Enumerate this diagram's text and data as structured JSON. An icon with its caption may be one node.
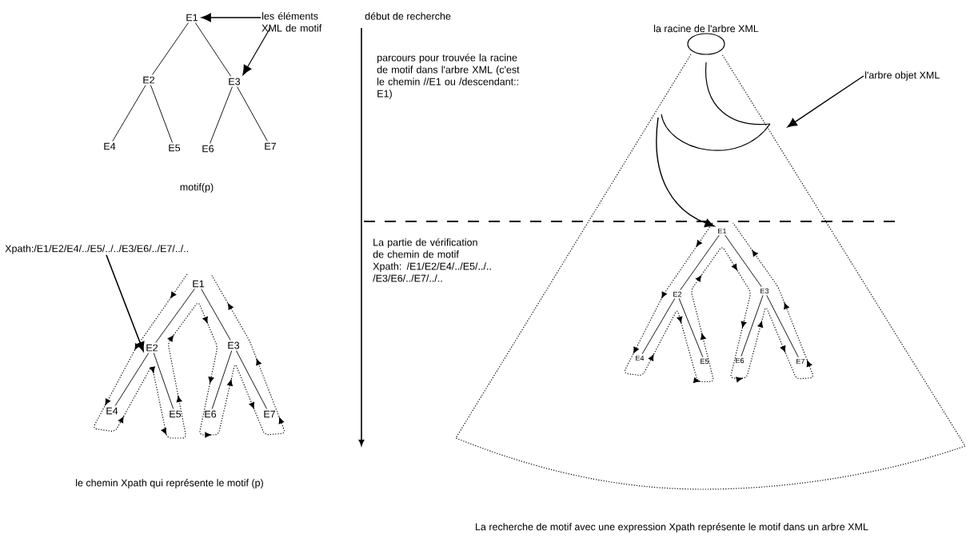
{
  "diagram": {
    "caption": "La recherche de motif avec une expression Xpath représente le motif dans un arbre XML",
    "nodes": [
      {
        "text": [
          "E1"
        ]
      },
      {
        "text": [
          "E2"
        ]
      },
      {
        "text": [
          "E3"
        ]
      },
      {
        "text": [
          "E4"
        ]
      },
      {
        "text": [
          "E5"
        ]
      },
      {
        "text": [
          "E6"
        ]
      },
      {
        "text": [
          "E7"
        ]
      },
      {
        "text": [
          "les éléments XML de motif"
        ]
      },
      {
        "text": [
          "Xpath:/E1/E2/E4/../E5/../../E3/E6/../E7/../.."
        ]
      },
      {
        "text": [
          "E1"
        ]
      },
      {
        "text": [
          "E2"
        ]
      },
      {
        "text": [
          "E3"
        ]
      },
      {
        "text": [
          "E4"
        ]
      },
      {
        "text": [
          "E5"
        ]
      },
      {
        "text": [
          "E6"
        ]
      },
      {
        "text": [
          "E7"
        ]
      },
      {
        "text": [
          "la racine de l'arbre XML"
        ]
      },
      {
        "text": [],
        "shape": "cone"
      },
      {
        "text": [
          "l'arbre objet XML"
        ],
        "in": 17
      },
      {
        "text": [
          "E1"
        ],
        "in": 17
      },
      {
        "text": [
          "E2"
        ],
        "in": 17
      },
      {
        "text": [
          "E3"
        ],
        "in": 17
      },
      {
        "text": [
          "E4"
        ],
        "in": 17
      },
      {
        "text": [
          "E5"
        ],
        "in": 17
      },
      {
        "text": [
          "E6"
        ],
        "in": 17
      },
      {
        "text": [
          "E7"
        ],
        "in": 17
      }
    ],
    "edges": [
      {
        "from": 0,
        "to": 1,
        "arrow": "none"
      },
      {
        "from": 0,
        "to": 2,
        "arrow": "none"
      },
      {
        "from": 1,
        "to": 3,
        "arrow": "none"
      },
      {
        "from": 1,
        "to": 4,
        "arrow": "none"
      },
      {
        "from": 2,
        "to": 5,
        "arrow": "none"
      },
      {
        "from": 2,
        "to": 6,
        "arrow": "none"
      },
      {
        "from": 7,
        "to": 0,
        "arrow": "to"
      },
      {
        "from": 7,
        "to": 2,
        "arrow": "to"
      },
      {
        "from": 8,
        "to": 10,
        "arrow": "to"
      },
      {
        "from": 9,
        "to": 10,
        "arrow": "none"
      },
      {
        "from": 9,
        "to": 11,
        "arrow": "none"
      },
      {
        "from": 10,
        "to": 12,
        "arrow": "none"
      },
      {
        "from": 10,
        "to": 13,
        "arrow": "none"
      },
      {
        "from": 11,
        "to": 14,
        "arrow": "none"
      },
      {
        "from": 11,
        "to": 15,
        "arrow": "none"
      },
      {
        "from": 18,
        "to": null,
        "arrow": "to"
      },
      {
        "from": null,
        "to": 19,
        "arrow": "to"
      },
      {
        "from": 19,
        "to": 20,
        "arrow": "none"
      },
      {
        "from": 19,
        "to": 21,
        "arrow": "none"
      },
      {
        "from": 20,
        "to": 22,
        "arrow": "none"
      },
      {
        "from": 20,
        "to": 23,
        "arrow": "none"
      },
      {
        "from": 21,
        "to": 24,
        "arrow": "none"
      },
      {
        "from": 21,
        "to": 25,
        "arrow": "none"
      }
    ],
    "labels": [
      "début de recherche",
      "motif(p)",
      "parcours pour trouvée la racine de motif dans l'arbre XML (c'est le chemin //E1 ou /descendant:: E1)",
      "La partie de vérification de chemin de motif Xpath: /E1/E2/E4/../E5/../.. /E3/E6/../E7/../..",
      "le chemin Xpath qui représente le motif (p)"
    ]
  }
}
